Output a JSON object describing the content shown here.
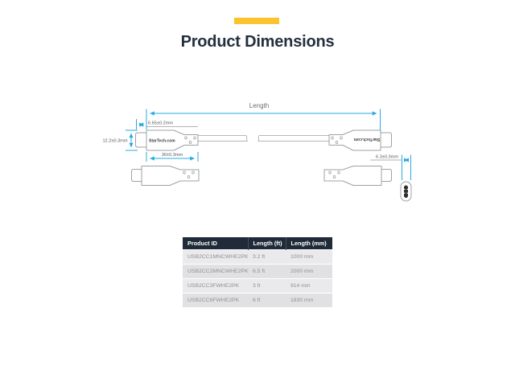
{
  "page": {
    "title": "Product Dimensions",
    "accent_color": "#FDC32E",
    "title_color": "#242F3F"
  },
  "diagram": {
    "length_label": "Length",
    "dim_plug_length": "6.65±0.2mm",
    "dim_height": "12.2±0.3mm",
    "dim_connector_length": "36±0.3mm",
    "dim_thickness": "6.3±0.3mm",
    "brand_left": "StarTech.com",
    "brand_right": "StarTech.com",
    "dim_line_color": "#2AA9E0"
  },
  "table": {
    "headers": [
      "Product ID",
      "Length (ft)",
      "Length (mm)"
    ],
    "rows": [
      {
        "product_id": "USB2CC1MNCWHE2PK",
        "length_ft": "3.2 ft",
        "length_mm": "1000 mm"
      },
      {
        "product_id": "USB2CC2MNCWHE2PK",
        "length_ft": "6.5 ft",
        "length_mm": "2000 mm"
      },
      {
        "product_id": "USB2CC3FWHE2PK",
        "length_ft": "3 ft",
        "length_mm": "914 mm"
      },
      {
        "product_id": "USB2CC6FWHE2PK",
        "length_ft": "6 ft",
        "length_mm": "1830 mm"
      }
    ]
  }
}
